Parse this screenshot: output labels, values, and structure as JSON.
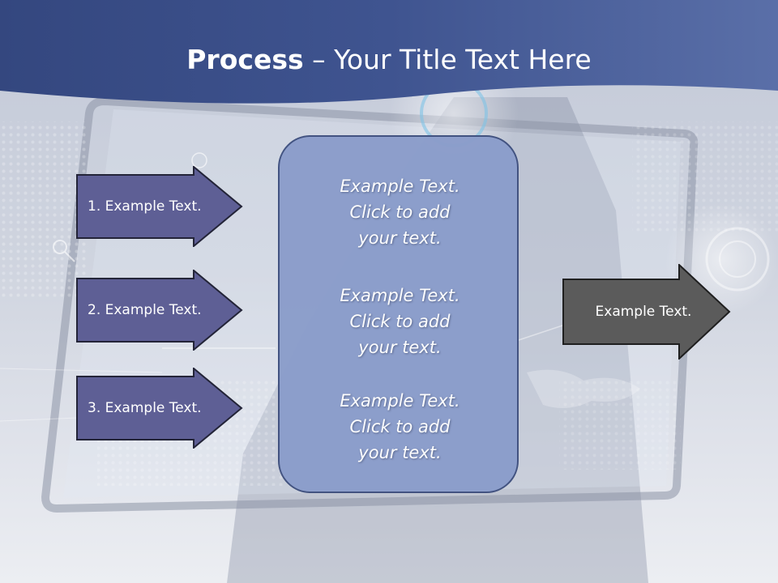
{
  "title": {
    "bold": "Process",
    "rest": " – Your Title Text Here"
  },
  "left_steps": [
    {
      "label": "1. Example Text."
    },
    {
      "label": "2. Example Text."
    },
    {
      "label": "3. Example Text."
    }
  ],
  "center_box": {
    "items": [
      "Example Text.\nClick  to add\nyour text.",
      "Example Text.\nClick  to add\nyour text.",
      "Example Text.\nClick  to add\nyour text."
    ]
  },
  "output_step": {
    "label": "Example Text."
  },
  "colors": {
    "header_blue": "#3f5490",
    "step_arrow_fill": "#5e5f95",
    "center_box_fill": "#8b9dcb",
    "output_arrow_fill": "#5b5b5b"
  }
}
